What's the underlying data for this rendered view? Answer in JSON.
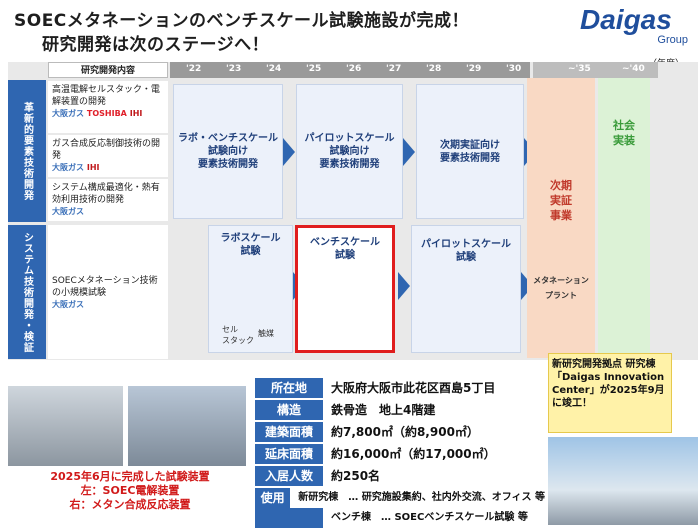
{
  "title": {
    "line1": "SOECメタネーションのベンチスケール試験施設が完成！",
    "line2": "研究開発は次のステージへ！"
  },
  "logo": {
    "word": "Daigas",
    "group": "Group"
  },
  "unit_label": "（年度）",
  "roadmap": {
    "header_label": "研究開発内容",
    "years": [
      "'22",
      "'23",
      "'24",
      "'25",
      "'26",
      "'27",
      "'28",
      "'29",
      "'30",
      "~'35",
      "~'40"
    ],
    "row1_label": "革新的要素技術開発",
    "row2_label": "システム技術開発・検証",
    "subitems": [
      {
        "text": "高温電解セルスタック・電解装置の開発",
        "companies": [
          "大阪ガス",
          "TOSHIBA",
          "IHI"
        ]
      },
      {
        "text": "ガス合成反応制御技術の開発",
        "companies": [
          "大阪ガス",
          "IHI"
        ]
      },
      {
        "text": "システム構成最適化・熱有効利用技術の開発",
        "companies": [
          "大阪ガス"
        ]
      },
      {
        "text": "SOECメタネーション技術の小規模試験",
        "companies": [
          "大阪ガス"
        ]
      }
    ],
    "phases_top": [
      "ラボ・ベンチスケール\n試験向け\n要素技術開発",
      "パイロットスケール\n試験向け\n要素技術開発",
      "次期実証向け\n要素技術開発"
    ],
    "phases_bottom": [
      "ラボスケール\n試験",
      "ベンチスケール\n試験",
      "パイロットスケール\n試験"
    ],
    "lab_items": [
      "セル\nスタック",
      "触媒"
    ],
    "future": "次期\n実証\n事業",
    "future_plant": "メタネーション\nプラント",
    "social": "社会\n実装"
  },
  "photos": {
    "caption": "2025年6月に完成した試験装置\n左：SOEC電解装置\n右：メタン合成反応装置"
  },
  "info": [
    {
      "key": "所在地",
      "value": "大阪府大阪市此花区酉島5丁目"
    },
    {
      "key": "構造",
      "value": "鉄骨造　地上4階建"
    },
    {
      "key": "建築面積",
      "value": "約7,800㎡（約8,900㎡）"
    },
    {
      "key": "延床面積",
      "value": "約16,000㎡（約17,000㎡）"
    },
    {
      "key": "入居人数",
      "value": "約250名"
    },
    {
      "key": "使用用途",
      "value": "新研究棟　… 研究施設集約、社内外交流、オフィス 等"
    },
    {
      "key": "",
      "value": "ベンチ棟　… SOECベンチスケール試験 等"
    }
  ],
  "note": "新研究開発拠点 研究棟「Daigas Innovation Center」が2025年9月に竣工！",
  "colors": {
    "accent": "#2f66b1",
    "highlight": "#e01d1d",
    "future": "#f9d9c4",
    "social": "#dcf2d6"
  }
}
